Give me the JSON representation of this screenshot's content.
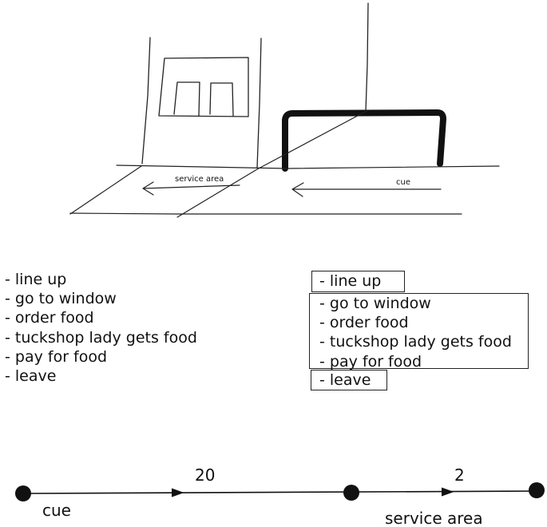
{
  "sketch": {
    "service_area_label": "service area",
    "cue_label": "cue"
  },
  "steps": [
    "- line up",
    "- go to window",
    "- order food",
    "- tuckshop lady gets food",
    "- pay for food",
    "- leave"
  ],
  "groups": {
    "arrival": [
      "- line up"
    ],
    "service": [
      "- go to window",
      "- order food",
      "- tuckshop lady gets food",
      "- pay for food"
    ],
    "departure": [
      "- leave"
    ]
  },
  "timeline": {
    "start_label": "cue",
    "end_label": "service area",
    "segment_values": [
      "20",
      "2"
    ]
  }
}
